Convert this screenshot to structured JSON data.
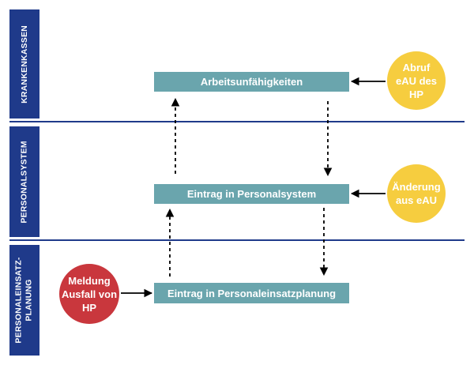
{
  "lanes": [
    {
      "label": "KRANKENKASSEN"
    },
    {
      "label": "PERSONALSYSTEM"
    },
    {
      "label": "PERSONALEINSATZ-\nPLANUNG"
    }
  ],
  "boxes": {
    "arbeitsunfaehigkeiten": "Arbeitsunfähigkeiten",
    "personalsystem": "Eintrag in Personalsystem",
    "personaleinsatzplanung": "Eintrag in Personaleinsatzplanung"
  },
  "circles": {
    "abruf": "Abruf\neAU des\nHP",
    "aenderung": "Änderung\naus eAU",
    "meldung": "Meldung\nAusfall von\nHP"
  },
  "colors": {
    "lane": "#1f3a8a",
    "box": "#6aa5ad",
    "yellow": "#f6cd3f",
    "red": "#c9373d"
  }
}
